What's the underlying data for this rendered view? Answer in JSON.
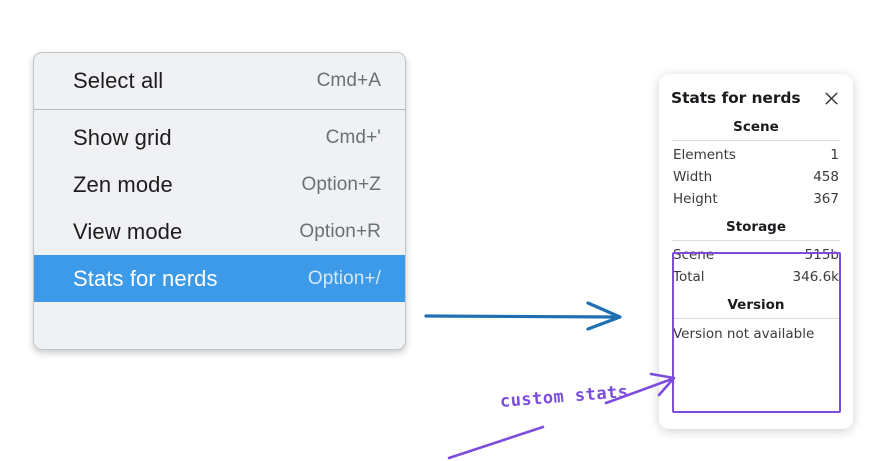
{
  "context_menu": {
    "groups": [
      {
        "items": [
          {
            "label": "Select all",
            "shortcut": "Cmd+A",
            "selected": false
          }
        ]
      },
      {
        "items": [
          {
            "label": "Show grid",
            "shortcut": "Cmd+'",
            "selected": false
          },
          {
            "label": "Zen mode",
            "shortcut": "Option+Z",
            "selected": false
          },
          {
            "label": "View mode",
            "shortcut": "Option+R",
            "selected": false
          },
          {
            "label": "Stats for nerds",
            "shortcut": "Option+/",
            "selected": true
          }
        ]
      }
    ],
    "highlight_color": "#3d9ae9",
    "background_color": "#f0f1f3"
  },
  "stats_panel": {
    "title": "Stats for nerds",
    "close_icon": "close-icon",
    "sections": [
      {
        "heading": "Scene",
        "rows": [
          {
            "key": "Elements",
            "value": "1"
          },
          {
            "key": "Width",
            "value": "458"
          },
          {
            "key": "Height",
            "value": "367"
          }
        ]
      },
      {
        "heading": "Storage",
        "rows": [
          {
            "key": "Scene",
            "value": "515b"
          },
          {
            "key": "Total",
            "value": "346.6k"
          }
        ]
      },
      {
        "heading": "Version",
        "single_line": "Version not available"
      }
    ]
  },
  "annotations": {
    "custom_stats_label": "custom stats",
    "arrow_color_blue": "#1f6fb2",
    "arrow_color_purple": "#7c4ddd"
  }
}
